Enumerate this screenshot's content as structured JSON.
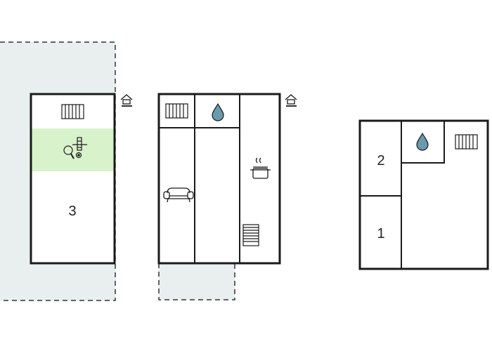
{
  "colors": {
    "wall": "#1a1a1a",
    "outdoor": "#e9eeee",
    "activity": "#d8f2cc",
    "dashed": "#333333",
    "icon": "#1a1a1a",
    "water": "#6a9aad",
    "background": "#ffffff"
  },
  "floors": [
    {
      "name": "floor-left",
      "rooms": [
        {
          "id": "room-3",
          "number": "3"
        }
      ],
      "icons": [
        "radiator-icon",
        "table-football-icon",
        "table-tennis-icon",
        "entrance-icon"
      ]
    },
    {
      "name": "floor-middle",
      "rooms": [],
      "icons": [
        "radiator-icon",
        "shower-icon",
        "sofa-icon",
        "cooking-pot-icon",
        "stairs-icon",
        "entrance-icon"
      ]
    },
    {
      "name": "floor-right",
      "rooms": [
        {
          "id": "room-2",
          "number": "2"
        },
        {
          "id": "room-1",
          "number": "1"
        }
      ],
      "icons": [
        "shower-icon",
        "radiator-icon"
      ]
    }
  ]
}
